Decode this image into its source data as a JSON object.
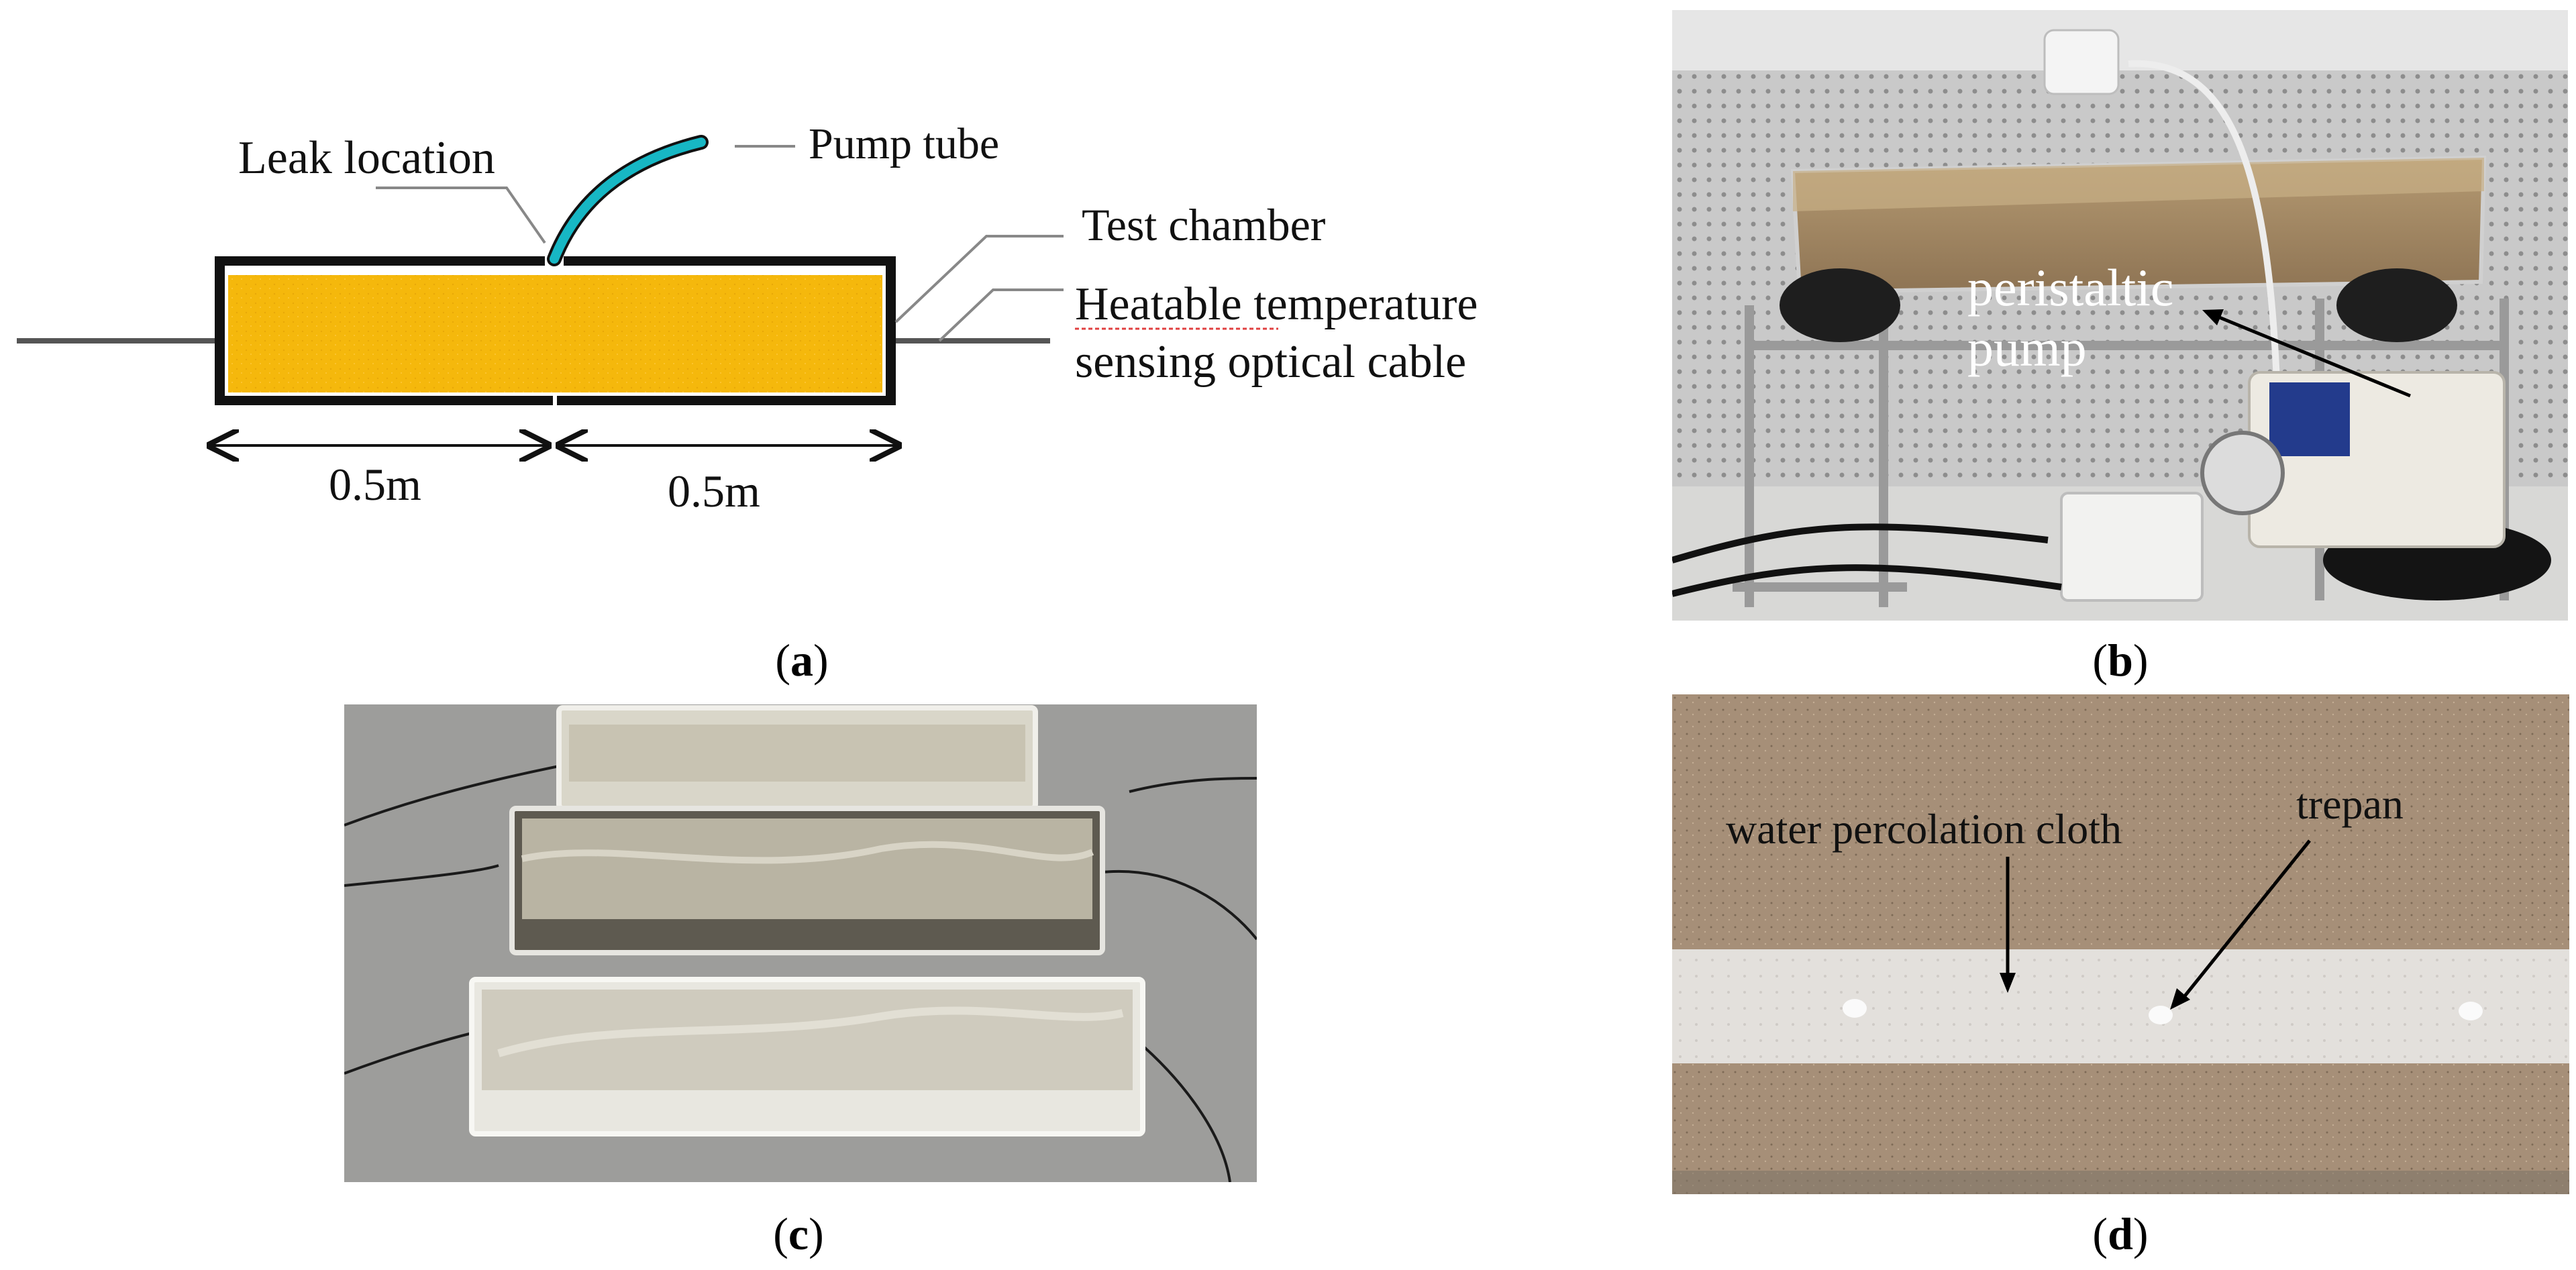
{
  "panel_a": {
    "labels": {
      "leak_location": "Leak location",
      "pump_tube": "Pump tube",
      "test_chamber": "Test chamber",
      "heatable_cable_line1": "Heatable temperature",
      "heatable_cable_line2": "sensing optical cable",
      "dimension_left": "0.5m",
      "dimension_right": "0.5m"
    },
    "colors": {
      "soil_fill": "#F5B80C",
      "tube": "#17B7C4",
      "frame": "#111111"
    },
    "caption_letter": "a"
  },
  "panel_b": {
    "labels": {
      "pump_line1": "peristaltic",
      "pump_line2": "pump"
    },
    "caption_letter": "b"
  },
  "panel_c": {
    "caption_letter": "c"
  },
  "panel_d": {
    "labels": {
      "cloth": "water percolation cloth",
      "trepan": "trepan"
    },
    "caption_letter": "d"
  }
}
